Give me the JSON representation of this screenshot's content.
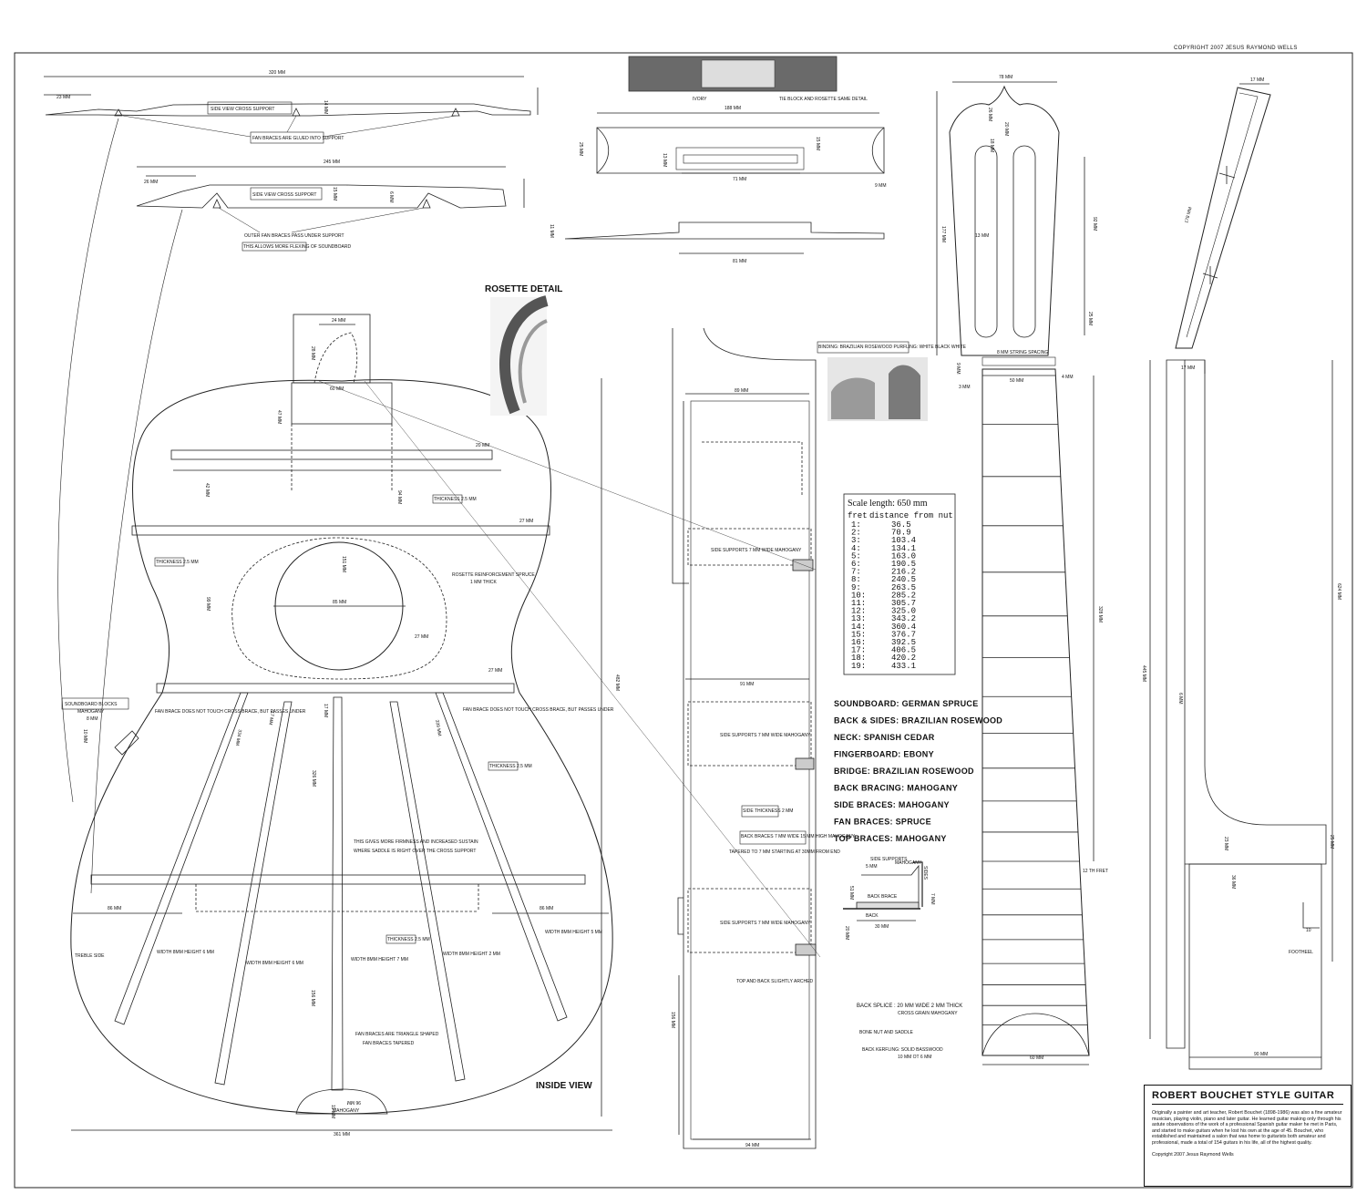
{
  "copyright_top": "COPYRIGHT 2007 JESUS RAYMOND WELLS",
  "title_block": {
    "title": "ROBERT BOUCHET STYLE GUITAR",
    "bio": "Originally a painter and art teacher, Robert Bouchet (1898-1986) was also a fine amateur musician, playing violin, piano and later guitar. He learned guitar making only through his astute observations of the work of a professional Spanish guitar maker he met in Paris, and started to make guitars when he lost his own at the age of 45. Bouchet, who established and maintained a salon that was home to guitarists both amateur and professional, made a total of 154 guitars in his life, all of the highest quality.",
    "copyright": "Copyright 2007 Jesus Raymond Wells"
  },
  "views": {
    "inside": "INSIDE VIEW",
    "rosette": "ROSETTE DETAIL",
    "side_view_1": "SIDE VIEW CROSS SUPPORT",
    "side_view_2": "SIDE VIEW CROSS SUPPORT"
  },
  "notes": {
    "fan_glued": "FAN BRACES ARE GLUED INTO SUPPORT",
    "outer_fan": "OUTER FAN BRACES PASS UNDER SUPPORT",
    "allows": "THIS ALLOWS MORE FLEXING OF SOUNDBOARD",
    "ivory": "IVORY",
    "tie_block": "TIE BLOCK AND ROSETTE SAME DETAIL",
    "rosette_reinf": "ROSETTE REINFORCEMENT SPRUCE",
    "one_mm": "1 MM THICK",
    "soundboard_blocks": "SOUNDBOARD BLOCKS",
    "mahogany": "MAHOGANY",
    "fan_no_touch_l": "FAN BRACE DOES NOT TOUCH CROSS BRACE, BUT PASSES UNDER",
    "fan_no_touch_r": "FAN BRACE DOES NOT TOUCH CROSS BRACE, BUT PASSES UNDER",
    "firmness": "THIS GIVES MORE FIRMNESS AND INCREASED SUSTAIN",
    "saddle": "WHERE SADDLE IS RIGHT OVER THE CROSS SUPPORT",
    "triangle": "FAN BRACES ARE TRIANGLE SHAPED",
    "tapered": "FAN BRACES TAPERED",
    "treble": "TREBLE SIDE",
    "thickness_1": "THICKNESS 2.5 MM",
    "thickness_2": "THICKNESS 2.5 MM",
    "thickness_3": "THICKNESS 2.5 MM",
    "thickness_4": "THICKNESS 2.5 MM",
    "side_thickness": "SIDE THICKNESS 2 MM",
    "side_supports_1": "SIDE SUPPORTS 7 MM WIDE MAHOGANY",
    "side_supports_2": "SIDE SUPPORTS 7 MM WIDE MAHOGANY",
    "side_supports_3": "SIDE SUPPORTS 7 MM WIDE MAHOGANY",
    "back_braces": "BACK BRACES 7 MM WIDE 15 MM HIGH MAHOGANY",
    "tapered_7": "TAPERED TO 7 MM STARTING AT 30MM FROM END",
    "top_back_arched": "TOP AND BACK SLIGHTLY ARCHED",
    "binding": "BINDING: BRAZILIAN ROSEWOOD PURFLING: WHITE BLACK WHITE",
    "string_spacing": "8 MM STRING SPACING",
    "twelfth_fret": "12 TH FRET",
    "footheel": "FOOTHEEL",
    "back_splice": "BACK SPLICE : 20 MM WIDE 2 MM THICK",
    "cross_grain": "CROSS GRAIN MAHOGANY",
    "bone": "BONE NUT AND SADDLE",
    "kerfling": "BACK KERFLING: SOLID BASSWOOD",
    "kerf_size": "10 MM OT 6 MM",
    "side_sup_small": "SIDE SUPPORTS",
    "five_mm": "5 MM",
    "sides": "SIDES",
    "back_brace_s": "BACK BRACE",
    "back": "BACK"
  },
  "dims": {
    "d320": "320 MM",
    "d23": "23 MM",
    "d14": "14 MM",
    "d245": "245 MM",
    "d26": "26 MM",
    "d15": "15 MM",
    "d6": "6 MM",
    "d188": "188 MM",
    "d25": "25 MM",
    "d15b": "15 MM",
    "d13": "13 MM",
    "d71": "71 MM",
    "d9": "9 MM",
    "d11": "11 MM",
    "d81": "81 MM",
    "d24": "24 MM",
    "d28": "28 MM",
    "d60": "60 MM",
    "d47": "47 MM",
    "d20": "20 MM",
    "d42": "42 MM",
    "d94": "94 MM",
    "d27": "27 MM",
    "d151": "151 MM",
    "d85": "85 MM",
    "d99": "99 MM",
    "d27b": "27 MM",
    "d27c": "27 MM",
    "d482": "482 MM",
    "d17": "17 MM",
    "d326": "326 MM",
    "d334": "334 MM",
    "d339": "339 MM",
    "d86": "86 MM",
    "d86b": "86 MM",
    "d156": "156 MM",
    "d19": "19 MM",
    "d96": "96 MM",
    "d361": "361 MM",
    "d89": "89 MM",
    "d91": "91 MM",
    "d94b": "94 MM",
    "d156b": "156 MM",
    "d78": "78 MM",
    "d26b": "26 MM",
    "d20b": "20 MM",
    "d18": "18 MM",
    "d92": "92 MM",
    "d177": "177 MM",
    "d13b": "13 MM",
    "d25b": "25 MM",
    "d50": "50 MM",
    "d4": "4 MM",
    "d3": "3 MM",
    "d328": "328 MM",
    "d60b": "60 MM",
    "d17b": "17 MM",
    "d178": "178 MM",
    "d17c": "17 MM",
    "d624": "624 MM",
    "d445": "445 MM",
    "d23b": "23 MM",
    "d25c": "25 MM",
    "d36": "36 MM",
    "d10": "10",
    "d90": "90 MM",
    "d8": "8 MM",
    "d10b": "10 MM",
    "d7": "7 MM",
    "d30": "30 MM",
    "d51": "51 MM",
    "d20c": "20 MM",
    "width_1": "WIDTH 8MM HEIGHT 6 MM",
    "width_2": "WIDTH 8MM HEIGHT 6 MM",
    "width_3": "WIDTH 8MM HEIGHT 7 MM",
    "width_4": "WIDTH 8MM HEIGHT 2 MM",
    "width_5": "WIDTH 8MM HEIGHT 5 MM"
  },
  "materials": [
    {
      "label": "SOUNDBOARD:",
      "value": "GERMAN SPRUCE"
    },
    {
      "label": "BACK & SIDES:",
      "value": "BRAZILIAN ROSEWOOD"
    },
    {
      "label": "NECK:",
      "value": "SPANISH CEDAR"
    },
    {
      "label": "FINGERBOARD:",
      "value": "EBONY"
    },
    {
      "label": "BRIDGE:",
      "value": "BRAZILIAN ROSEWOOD"
    },
    {
      "label": "BACK BRACING:",
      "value": "MAHOGANY"
    },
    {
      "label": "SIDE BRACES:",
      "value": "MAHOGANY"
    },
    {
      "label": "FAN BRACES:",
      "value": "SPRUCE"
    },
    {
      "label": "TOP BRACES:",
      "value": "MAHOGANY"
    }
  ],
  "fret_table": {
    "title": "Scale length: 650 mm",
    "col_fret": "fret",
    "col_dist": "distance from nut",
    "rows": [
      [
        "1:",
        "36.5"
      ],
      [
        "2:",
        "70.9"
      ],
      [
        "3:",
        "103.4"
      ],
      [
        "4:",
        "134.1"
      ],
      [
        "5:",
        "163.0"
      ],
      [
        "6:",
        "190.5"
      ],
      [
        "7:",
        "216.2"
      ],
      [
        "8:",
        "240.5"
      ],
      [
        "9:",
        "263.5"
      ],
      [
        "10:",
        "285.2"
      ],
      [
        "11:",
        "305.7"
      ],
      [
        "12:",
        "325.0"
      ],
      [
        "13:",
        "343.2"
      ],
      [
        "14:",
        "360.4"
      ],
      [
        "15:",
        "376.7"
      ],
      [
        "16:",
        "392.5"
      ],
      [
        "17:",
        "406.5"
      ],
      [
        "18:",
        "420.2"
      ],
      [
        "19:",
        "433.1"
      ]
    ]
  },
  "fret_positions": [
    36.5,
    70.9,
    103.4,
    134.1,
    163.0,
    190.5,
    216.2,
    240.5,
    263.5,
    285.2,
    305.7,
    325.0,
    343.2,
    360.4,
    376.7,
    392.5,
    406.5,
    420.2,
    433.1
  ]
}
